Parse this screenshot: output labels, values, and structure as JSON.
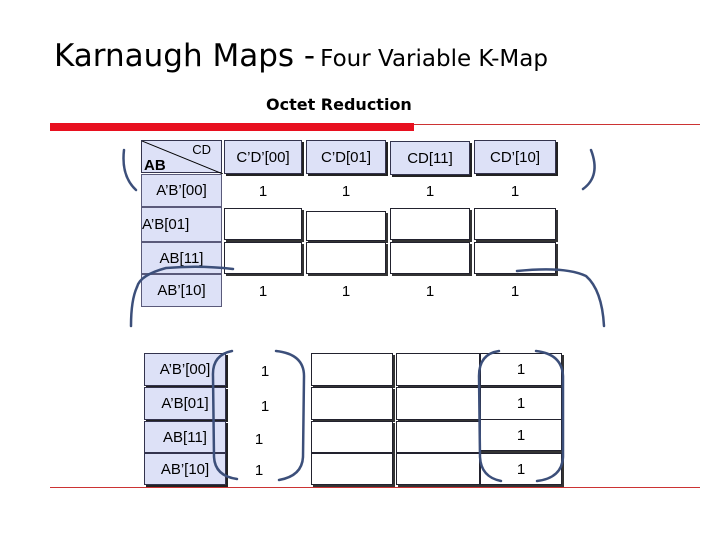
{
  "title": {
    "main": "Karnaugh Maps -",
    "sub": "Four Variable K-Map"
  },
  "subtitle": "Octet Reduction",
  "kmap": {
    "corner": {
      "col_var": "CD",
      "row_var": "AB"
    },
    "col_headers": [
      "C’D’[00]",
      "C’D[01]",
      "CD[11]",
      "CD’[10]"
    ],
    "rows": [
      {
        "label": "A’B’[00]",
        "cells": [
          "1",
          "1",
          "1",
          "1"
        ]
      },
      {
        "label": "A’B[01]",
        "cells": [
          "",
          "",
          "",
          ""
        ]
      },
      {
        "label": "AB[11]",
        "cells": [
          "",
          "",
          "",
          ""
        ]
      },
      {
        "label": "AB’[10]",
        "cells": [
          "1",
          "1",
          "1",
          "1"
        ]
      }
    ]
  },
  "kmap2": {
    "rows": [
      {
        "label": "A’B’[00]",
        "cells": [
          "1",
          "",
          "",
          "1"
        ]
      },
      {
        "label": "A’B[01]",
        "cells": [
          "1",
          "",
          "",
          "1"
        ]
      },
      {
        "label": "AB[11]",
        "cells": [
          "1",
          "",
          "",
          "1"
        ]
      },
      {
        "label": "AB’[10]",
        "cells": [
          "1",
          "",
          "",
          "1"
        ]
      }
    ]
  },
  "colors": {
    "accent_bar": "#e8101f",
    "header_fill": "#dde1f7",
    "group_arc": "#3c4f7a",
    "rule": "#cc3333"
  }
}
